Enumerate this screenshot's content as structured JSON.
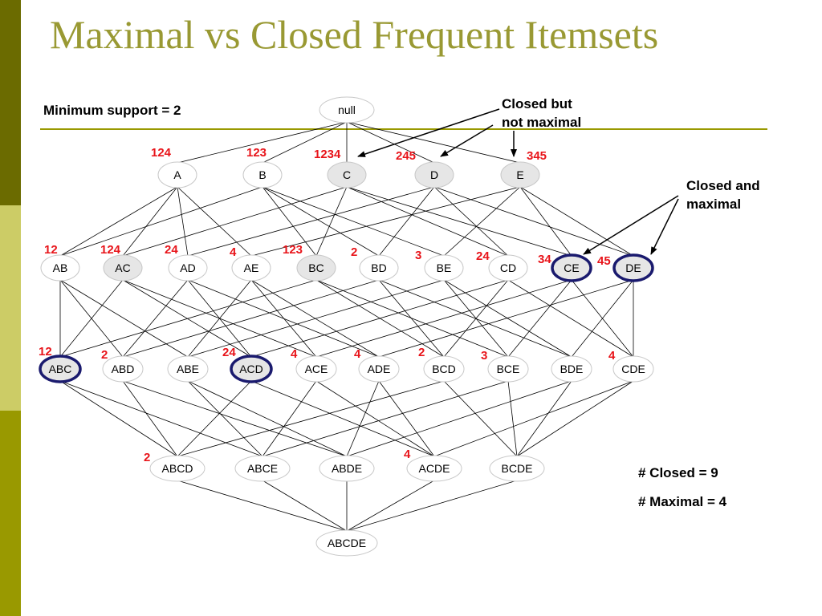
{
  "title": "Maximal vs Closed Frequent Itemsets",
  "min_support_text": "Minimum support = 2",
  "callout_closed_not_maximal": [
    "Closed but",
    "not maximal"
  ],
  "callout_closed_and_maximal": [
    "Closed and",
    "maximal"
  ],
  "closed_count_text": "# Closed = 9",
  "maximal_count_text": "# Maximal = 4",
  "colors": {
    "support": "#e8141a",
    "maximal_border": "#1a1a6e",
    "closed_fill": "#e6e6e6",
    "title": "#999933"
  },
  "nodes": [
    {
      "id": "null",
      "label": "null",
      "support": "",
      "closed": false,
      "maximal": false
    },
    {
      "id": "A",
      "label": "A",
      "support": "124",
      "closed": false,
      "maximal": false
    },
    {
      "id": "B",
      "label": "B",
      "support": "123",
      "closed": false,
      "maximal": false
    },
    {
      "id": "C",
      "label": "C",
      "support": "1234",
      "closed": true,
      "maximal": false
    },
    {
      "id": "D",
      "label": "D",
      "support": "245",
      "closed": true,
      "maximal": false
    },
    {
      "id": "E",
      "label": "E",
      "support": "345",
      "closed": true,
      "maximal": false
    },
    {
      "id": "AB",
      "label": "AB",
      "support": "12",
      "closed": false,
      "maximal": false
    },
    {
      "id": "AC",
      "label": "AC",
      "support": "124",
      "closed": true,
      "maximal": false
    },
    {
      "id": "AD",
      "label": "AD",
      "support": "24",
      "closed": false,
      "maximal": false
    },
    {
      "id": "AE",
      "label": "AE",
      "support": "4",
      "closed": false,
      "maximal": false
    },
    {
      "id": "BC",
      "label": "BC",
      "support": "123",
      "closed": true,
      "maximal": false
    },
    {
      "id": "BD",
      "label": "BD",
      "support": "2",
      "closed": false,
      "maximal": false
    },
    {
      "id": "BE",
      "label": "BE",
      "support": "3",
      "closed": false,
      "maximal": false
    },
    {
      "id": "CD",
      "label": "CD",
      "support": "24",
      "closed": false,
      "maximal": false
    },
    {
      "id": "CE",
      "label": "CE",
      "support": "34",
      "closed": true,
      "maximal": true
    },
    {
      "id": "DE",
      "label": "DE",
      "support": "45",
      "closed": true,
      "maximal": true
    },
    {
      "id": "ABC",
      "label": "ABC",
      "support": "12",
      "closed": true,
      "maximal": true
    },
    {
      "id": "ABD",
      "label": "ABD",
      "support": "2",
      "closed": false,
      "maximal": false
    },
    {
      "id": "ABE",
      "label": "ABE",
      "support": "",
      "closed": false,
      "maximal": false
    },
    {
      "id": "ACD",
      "label": "ACD",
      "support": "24",
      "closed": true,
      "maximal": true
    },
    {
      "id": "ACE",
      "label": "ACE",
      "support": "4",
      "closed": false,
      "maximal": false
    },
    {
      "id": "ADE",
      "label": "ADE",
      "support": "4",
      "closed": false,
      "maximal": false
    },
    {
      "id": "BCD",
      "label": "BCD",
      "support": "2",
      "closed": false,
      "maximal": false
    },
    {
      "id": "BCE",
      "label": "BCE",
      "support": "3",
      "closed": false,
      "maximal": false
    },
    {
      "id": "BDE",
      "label": "BDE",
      "support": "",
      "closed": false,
      "maximal": false
    },
    {
      "id": "CDE",
      "label": "CDE",
      "support": "4",
      "closed": false,
      "maximal": false
    },
    {
      "id": "ABCD",
      "label": "ABCD",
      "support": "2",
      "closed": false,
      "maximal": false
    },
    {
      "id": "ABCE",
      "label": "ABCE",
      "support": "",
      "closed": false,
      "maximal": false
    },
    {
      "id": "ABDE",
      "label": "ABDE",
      "support": "",
      "closed": false,
      "maximal": false
    },
    {
      "id": "ACDE",
      "label": "ACDE",
      "support": "4",
      "closed": false,
      "maximal": false
    },
    {
      "id": "BCDE",
      "label": "BCDE",
      "support": "",
      "closed": false,
      "maximal": false
    },
    {
      "id": "ABCDE",
      "label": "ABCDE",
      "support": "",
      "closed": false,
      "maximal": false
    }
  ],
  "edges": [
    [
      "null",
      "A"
    ],
    [
      "null",
      "B"
    ],
    [
      "null",
      "C"
    ],
    [
      "null",
      "D"
    ],
    [
      "null",
      "E"
    ],
    [
      "A",
      "AB"
    ],
    [
      "A",
      "AC"
    ],
    [
      "A",
      "AD"
    ],
    [
      "A",
      "AE"
    ],
    [
      "B",
      "AB"
    ],
    [
      "B",
      "BC"
    ],
    [
      "B",
      "BD"
    ],
    [
      "B",
      "BE"
    ],
    [
      "C",
      "AC"
    ],
    [
      "C",
      "BC"
    ],
    [
      "C",
      "CD"
    ],
    [
      "C",
      "CE"
    ],
    [
      "D",
      "AD"
    ],
    [
      "D",
      "BD"
    ],
    [
      "D",
      "CD"
    ],
    [
      "D",
      "DE"
    ],
    [
      "E",
      "AE"
    ],
    [
      "E",
      "BE"
    ],
    [
      "E",
      "CE"
    ],
    [
      "E",
      "DE"
    ],
    [
      "AB",
      "ABC"
    ],
    [
      "AB",
      "ABD"
    ],
    [
      "AB",
      "ABE"
    ],
    [
      "AC",
      "ABC"
    ],
    [
      "AC",
      "ACD"
    ],
    [
      "AC",
      "ACE"
    ],
    [
      "AD",
      "ABD"
    ],
    [
      "AD",
      "ACD"
    ],
    [
      "AD",
      "ADE"
    ],
    [
      "AE",
      "ABE"
    ],
    [
      "AE",
      "ACE"
    ],
    [
      "AE",
      "ADE"
    ],
    [
      "BC",
      "ABC"
    ],
    [
      "BC",
      "BCD"
    ],
    [
      "BC",
      "BCE"
    ],
    [
      "BD",
      "ABD"
    ],
    [
      "BD",
      "BCD"
    ],
    [
      "BD",
      "BDE"
    ],
    [
      "BE",
      "ABE"
    ],
    [
      "BE",
      "BCE"
    ],
    [
      "BE",
      "BDE"
    ],
    [
      "CD",
      "ACD"
    ],
    [
      "CD",
      "BCD"
    ],
    [
      "CD",
      "CDE"
    ],
    [
      "CE",
      "ACE"
    ],
    [
      "CE",
      "BCE"
    ],
    [
      "CE",
      "CDE"
    ],
    [
      "DE",
      "ADE"
    ],
    [
      "DE",
      "BDE"
    ],
    [
      "DE",
      "CDE"
    ],
    [
      "ABC",
      "ABCD"
    ],
    [
      "ABC",
      "ABCE"
    ],
    [
      "ABD",
      "ABCD"
    ],
    [
      "ABD",
      "ABDE"
    ],
    [
      "ABE",
      "ABCE"
    ],
    [
      "ABE",
      "ABDE"
    ],
    [
      "ACD",
      "ABCD"
    ],
    [
      "ACD",
      "ACDE"
    ],
    [
      "ACE",
      "ABCE"
    ],
    [
      "ACE",
      "ACDE"
    ],
    [
      "ADE",
      "ABDE"
    ],
    [
      "ADE",
      "ACDE"
    ],
    [
      "BCD",
      "ABCD"
    ],
    [
      "BCD",
      "BCDE"
    ],
    [
      "BCE",
      "ABCE"
    ],
    [
      "BCE",
      "BCDE"
    ],
    [
      "BDE",
      "ABDE"
    ],
    [
      "BDE",
      "BCDE"
    ],
    [
      "CDE",
      "ACDE"
    ],
    [
      "CDE",
      "BCDE"
    ],
    [
      "ABCD",
      "ABCDE"
    ],
    [
      "ABCE",
      "ABCDE"
    ],
    [
      "ABDE",
      "ABCDE"
    ],
    [
      "ACDE",
      "ABCDE"
    ],
    [
      "BCDE",
      "ABCDE"
    ]
  ]
}
